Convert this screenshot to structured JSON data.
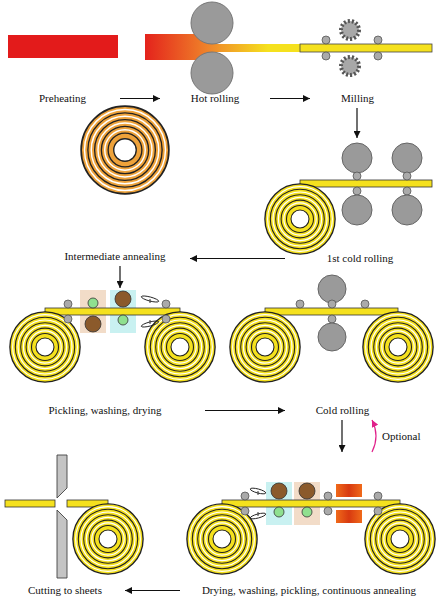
{
  "diagram": {
    "nodes": [
      {
        "text": [
          "Preheating"
        ]
      },
      {
        "text": [
          "Hot rolling"
        ]
      },
      {
        "text": [
          "Milling"
        ]
      },
      {
        "text": [
          "1st cold rolling"
        ]
      },
      {
        "text": [
          "Intermediate annealing"
        ]
      },
      {
        "text": [
          "Pickling, washing, drying"
        ]
      },
      {
        "text": [
          "Cold rolling"
        ]
      },
      {
        "text": [
          "Drying, washing, pickling, continuous annealing"
        ]
      },
      {
        "text": [
          "Cutting to sheets"
        ]
      }
    ],
    "edges": [
      {
        "from": 0,
        "to": 1,
        "arrow": "to"
      },
      {
        "from": 1,
        "to": 2,
        "arrow": "to"
      },
      {
        "from": 2,
        "to": 3,
        "arrow": "to"
      },
      {
        "from": 3,
        "to": 4,
        "arrow": "to"
      },
      {
        "from": 4,
        "to": 5,
        "arrow": "to"
      },
      {
        "from": 5,
        "to": 6,
        "arrow": "to"
      },
      {
        "from": 6,
        "to": 7,
        "arrow": "to"
      },
      {
        "from": 7,
        "to": 6,
        "label": "Optional",
        "arrow": "to"
      },
      {
        "from": 7,
        "to": 8,
        "arrow": "to"
      }
    ]
  }
}
